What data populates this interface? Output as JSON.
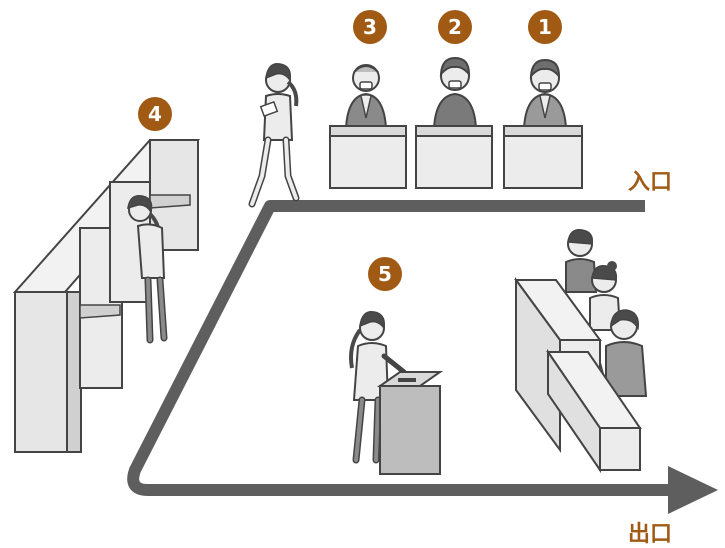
{
  "colors": {
    "accent": "#a05a14",
    "path": "#5e5e5e",
    "line": "#444444",
    "fill_light": "#ececec",
    "fill_mid": "#d9d9d9",
    "fill_dark": "#bdbdbd"
  },
  "steps": [
    {
      "id": "step-1",
      "number": "1"
    },
    {
      "id": "step-2",
      "number": "2"
    },
    {
      "id": "step-3",
      "number": "3"
    },
    {
      "id": "step-4",
      "number": "4"
    },
    {
      "id": "step-5",
      "number": "5"
    }
  ],
  "labels": {
    "entrance": "入口",
    "exit": "出口"
  }
}
